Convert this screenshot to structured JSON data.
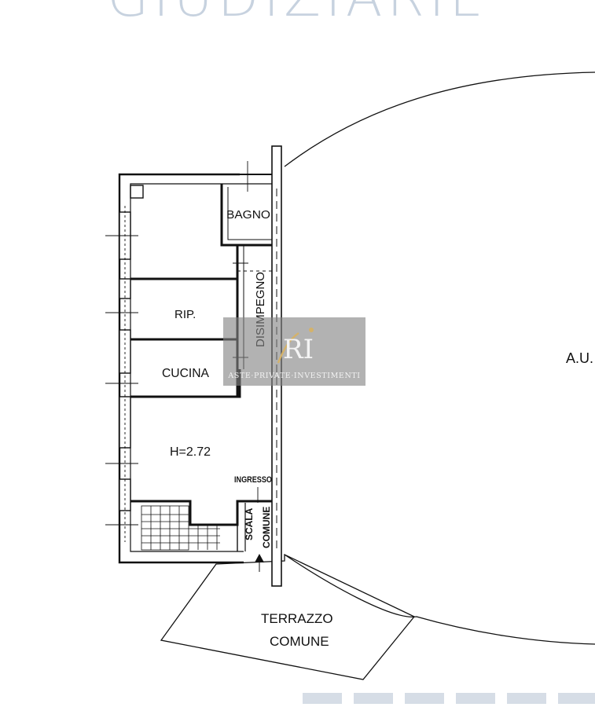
{
  "watermark": {
    "text": "GIUDIZIARIE",
    "color": "#c7d2df"
  },
  "logo": {
    "mark": "RI",
    "tagline": "ASTE·PRIVATE·INVESTIMENTI",
    "box_color": "#8a8a8a",
    "accent_color": "#d4b26a"
  },
  "rooms": {
    "bagno": "BAGNO",
    "rip": "RIP.",
    "cucina": "CUCINA",
    "disimpegno": "DISIMPEGNO",
    "height": "H=2.72",
    "ingresso": "INGRESSO",
    "scala": "SCALA",
    "comune": "COMUNE"
  },
  "outside": {
    "au": "A.U.",
    "terrazzo_line1": "TERRAZZO",
    "terrazzo_line2": "COMUNE"
  },
  "colors": {
    "walls": "#111111",
    "background": "#ffffff"
  }
}
